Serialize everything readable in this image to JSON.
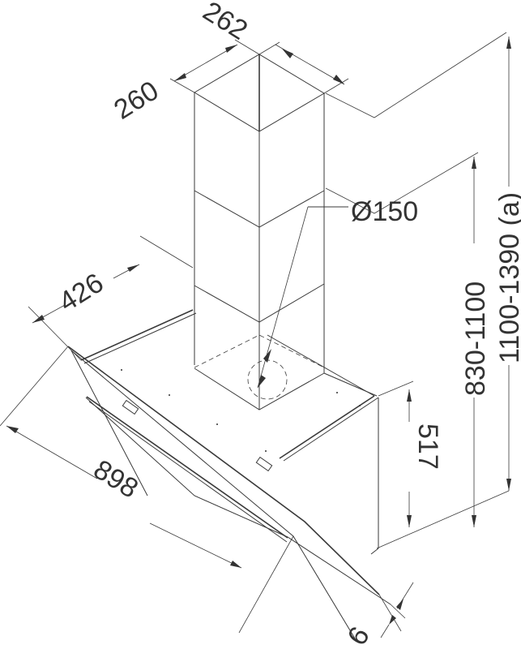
{
  "drawing": {
    "subject": "Cooker hood dimension drawing",
    "units": "mm",
    "dimensions": {
      "chimney_width": "262",
      "chimney_depth": "260",
      "canopy_depth": "426",
      "duct_diameter": "Ø150",
      "canopy_width": "898",
      "canopy_height": "517",
      "glass_thickness": "6",
      "chimney_height_range": "830-1100",
      "total_height_range": "1100-1390 (a)"
    },
    "colors": {
      "line": "#3a3a3a",
      "text": "#333333",
      "background": "#ffffff"
    }
  }
}
